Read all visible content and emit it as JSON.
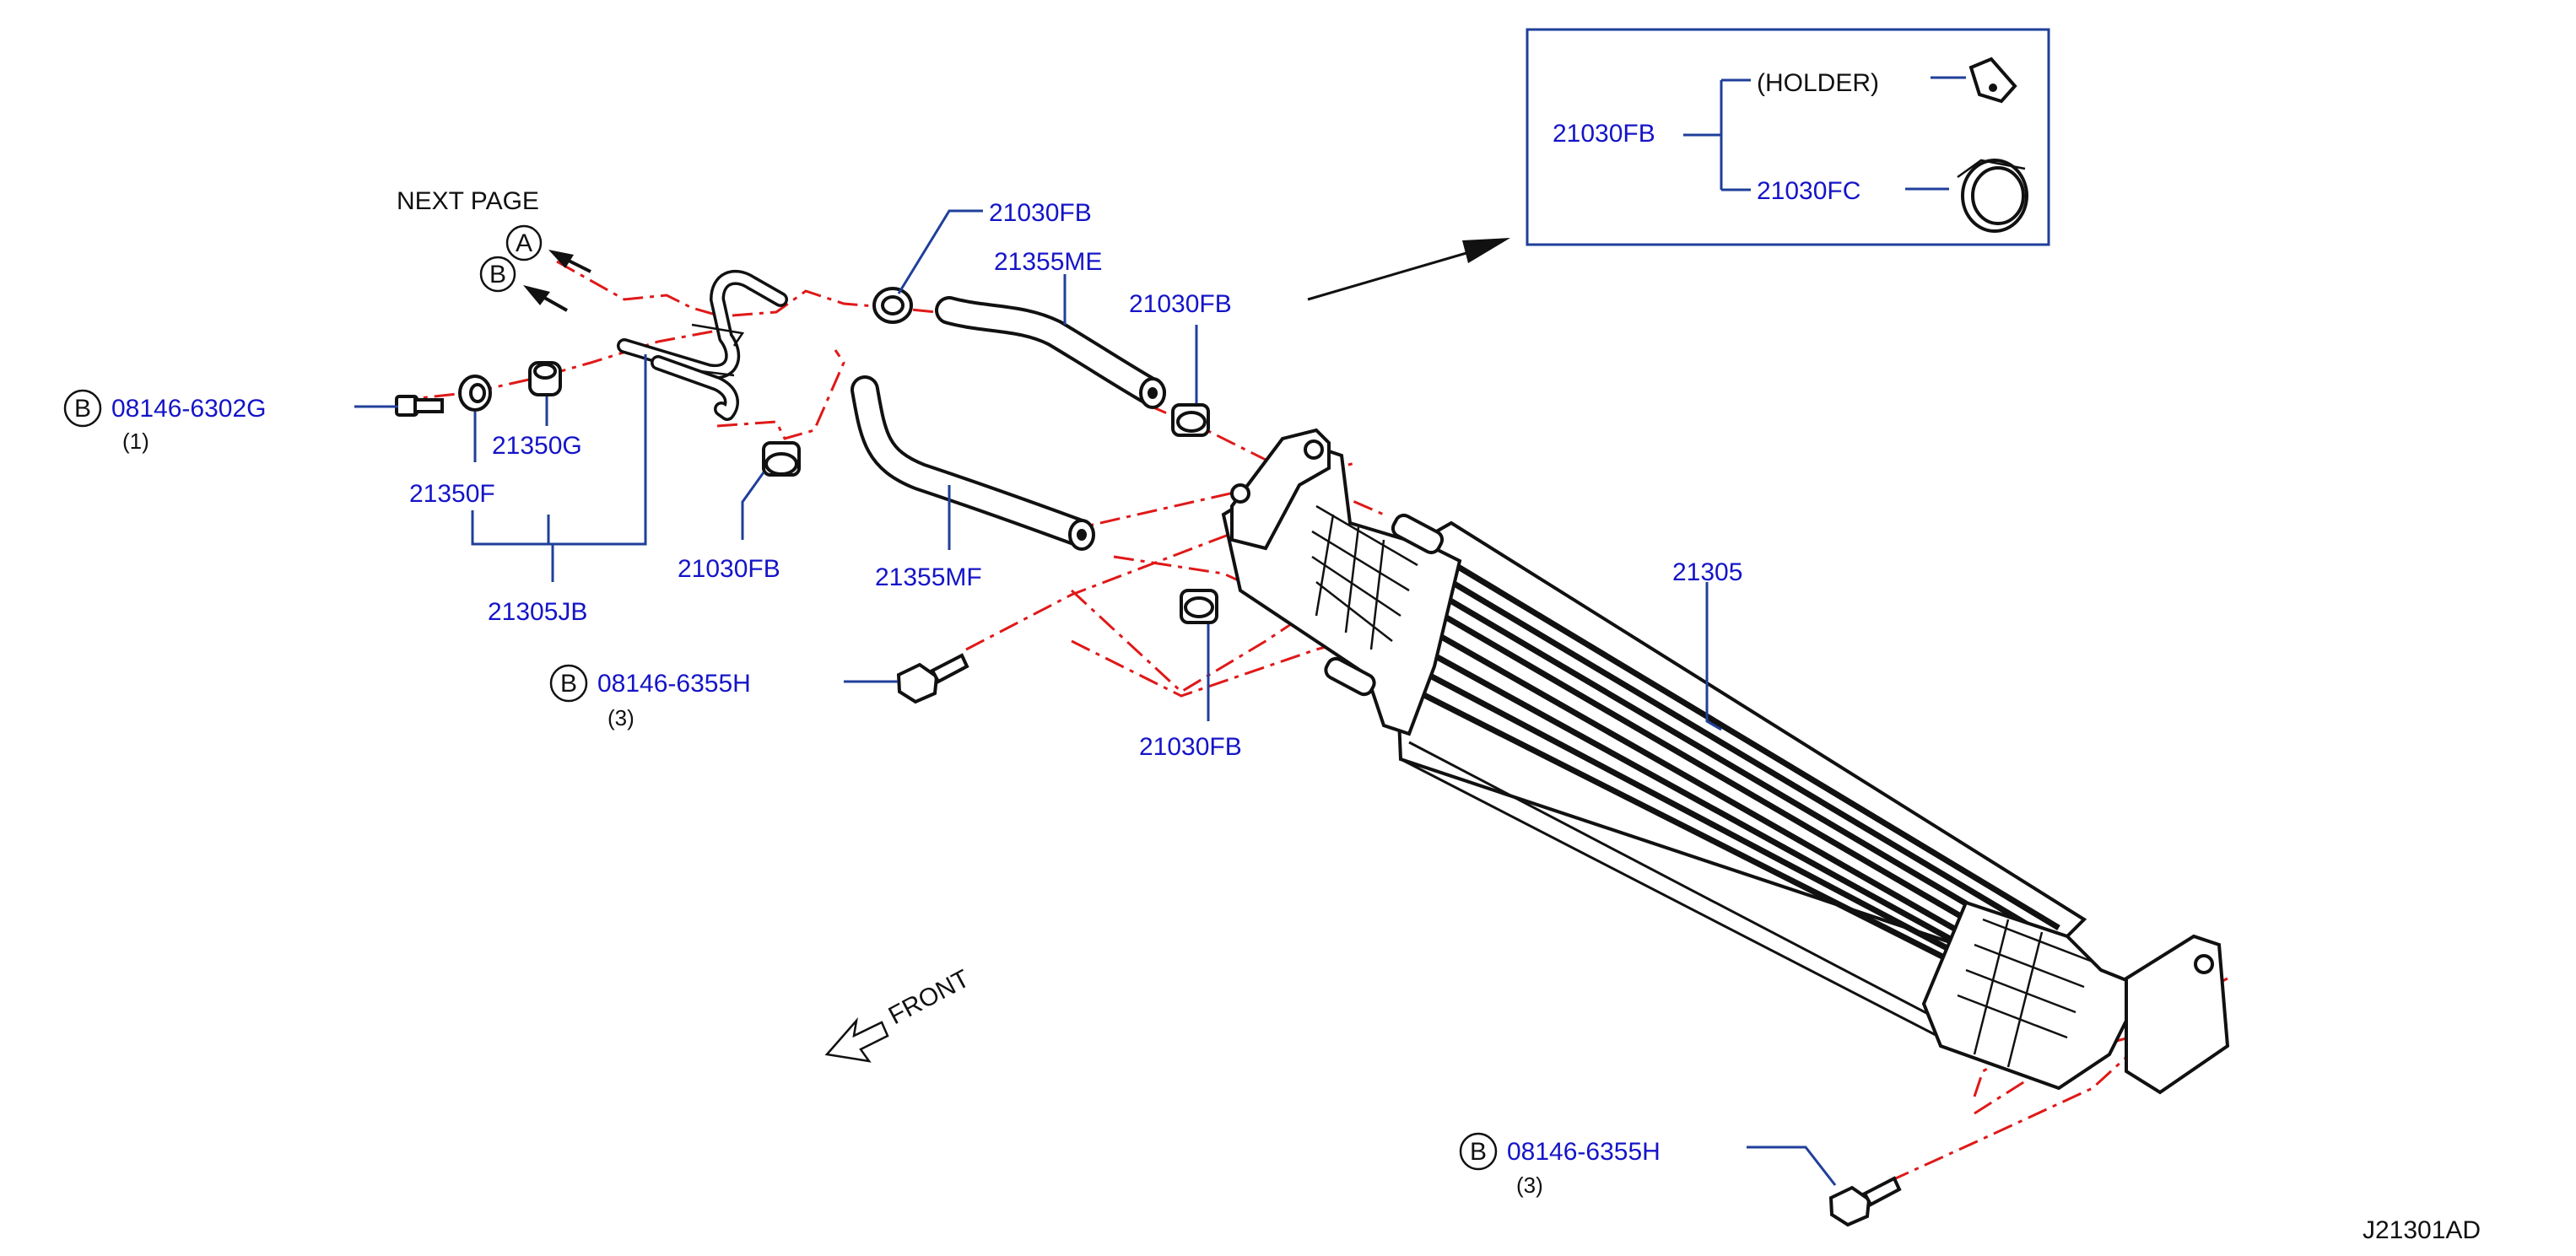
{
  "diagram_id": "J21301AD",
  "next_page": {
    "label": "NEXT   PAGE",
    "markers": [
      "A",
      "B"
    ]
  },
  "front_label": "FRONT",
  "callouts": {
    "bolt_top": {
      "prefix": "B",
      "part": "08146-6302G",
      "qty": "(1)"
    },
    "bolt_mid": {
      "prefix": "B",
      "part": "08146-6355H",
      "qty": "(3)"
    },
    "bolt_bottom": {
      "prefix": "B",
      "part": "08146-6355H",
      "qty": "(3)"
    },
    "p21350F": "21350F",
    "p21350G": "21350G",
    "p21305JB": "21305JB",
    "clip_left": "21030FB",
    "hose_mf": "21355MF",
    "clip_top": "21030FB",
    "hose_me": "21355ME",
    "clip_right": "21030FB",
    "clip_lower": "21030FB",
    "cooler": "21305"
  },
  "inset": {
    "parent": "21030FB",
    "holder": "(HOLDER)",
    "child": "21030FC"
  },
  "colors": {
    "label_blue": "#1414c8",
    "leader_blue": "#1f3f9a",
    "dash_red": "#e01818",
    "line_black": "#111111"
  }
}
